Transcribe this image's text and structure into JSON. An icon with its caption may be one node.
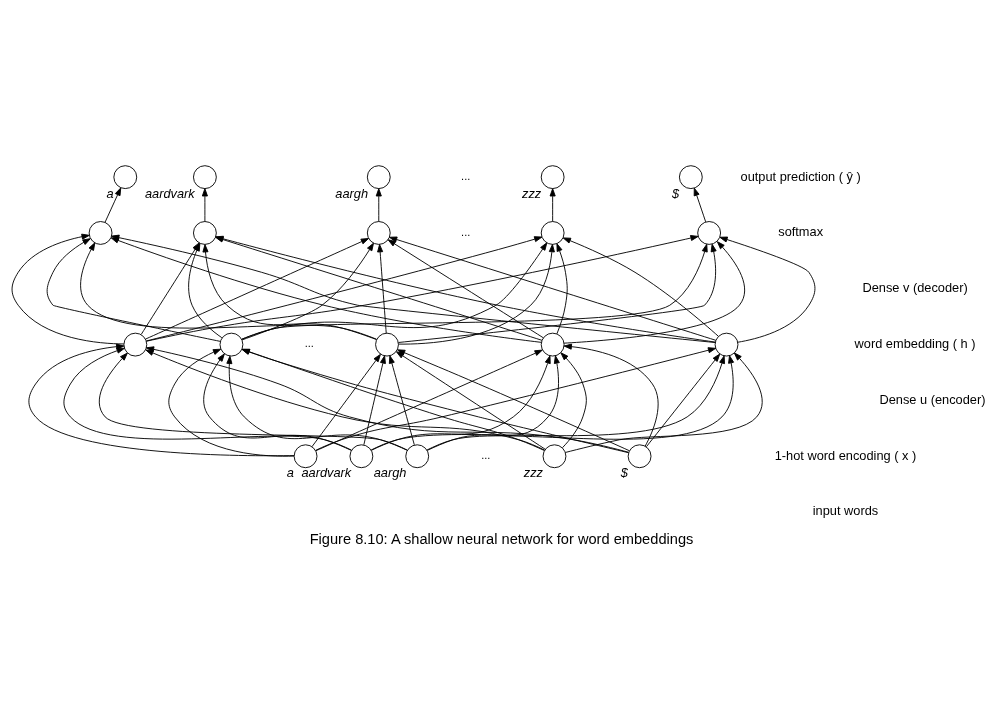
{
  "diagram": {
    "caption": "Figure 8.10: A shallow neural network for word embeddings",
    "nodes": [
      {
        "text": [],
        "shape": "circle",
        "beside": [
          "a"
        ]
      },
      {
        "text": [],
        "shape": "circle",
        "beside": [
          "aardvark"
        ]
      },
      {
        "text": [],
        "shape": "circle",
        "beside": [
          "aargh"
        ]
      },
      {
        "text": [],
        "shape": "circle",
        "beside": [
          "zzz"
        ]
      },
      {
        "text": [],
        "shape": "circle",
        "beside": [
          "$"
        ]
      },
      {
        "text": [],
        "shape": "circle"
      },
      {
        "text": [],
        "shape": "circle"
      },
      {
        "text": [],
        "shape": "circle"
      },
      {
        "text": [],
        "shape": "circle"
      },
      {
        "text": [],
        "shape": "circle"
      },
      {
        "text": [],
        "shape": "circle"
      },
      {
        "text": [],
        "shape": "circle"
      },
      {
        "text": [],
        "shape": "circle"
      },
      {
        "text": [],
        "shape": "circle"
      },
      {
        "text": [],
        "shape": "circle"
      },
      {
        "text": [],
        "shape": "circle",
        "beside": [
          "a"
        ]
      },
      {
        "text": [],
        "shape": "circle",
        "beside": [
          "aardvark"
        ]
      },
      {
        "text": [],
        "shape": "circle",
        "beside": [
          "aargh"
        ]
      },
      {
        "text": [],
        "shape": "circle",
        "beside": [
          "zzz"
        ]
      },
      {
        "text": [],
        "shape": "circle",
        "beside": [
          "$"
        ]
      }
    ],
    "edges": [
      {
        "from": 15,
        "to": 10,
        "arrow": "to"
      },
      {
        "from": 15,
        "to": 11,
        "arrow": "to"
      },
      {
        "from": 15,
        "to": 12,
        "arrow": "to"
      },
      {
        "from": 15,
        "to": 13,
        "arrow": "to"
      },
      {
        "from": 15,
        "to": 14,
        "arrow": "to"
      },
      {
        "from": 16,
        "to": 10,
        "arrow": "to"
      },
      {
        "from": 16,
        "to": 11,
        "arrow": "to"
      },
      {
        "from": 16,
        "to": 12,
        "arrow": "to"
      },
      {
        "from": 16,
        "to": 13,
        "arrow": "to"
      },
      {
        "from": 16,
        "to": 14,
        "arrow": "to"
      },
      {
        "from": 17,
        "to": 10,
        "arrow": "to"
      },
      {
        "from": 17,
        "to": 11,
        "arrow": "to"
      },
      {
        "from": 17,
        "to": 12,
        "arrow": "to"
      },
      {
        "from": 17,
        "to": 13,
        "arrow": "to"
      },
      {
        "from": 17,
        "to": 14,
        "arrow": "to"
      },
      {
        "from": 18,
        "to": 10,
        "arrow": "to"
      },
      {
        "from": 18,
        "to": 11,
        "arrow": "to"
      },
      {
        "from": 18,
        "to": 12,
        "arrow": "to"
      },
      {
        "from": 18,
        "to": 13,
        "arrow": "to"
      },
      {
        "from": 18,
        "to": 14,
        "arrow": "to"
      },
      {
        "from": 19,
        "to": 10,
        "arrow": "to"
      },
      {
        "from": 19,
        "to": 11,
        "arrow": "to"
      },
      {
        "from": 19,
        "to": 12,
        "arrow": "to"
      },
      {
        "from": 19,
        "to": 13,
        "arrow": "to"
      },
      {
        "from": 19,
        "to": 14,
        "arrow": "to"
      },
      {
        "from": 10,
        "to": 5,
        "arrow": "to"
      },
      {
        "from": 10,
        "to": 6,
        "arrow": "to"
      },
      {
        "from": 10,
        "to": 7,
        "arrow": "to"
      },
      {
        "from": 10,
        "to": 8,
        "arrow": "to"
      },
      {
        "from": 10,
        "to": 9,
        "arrow": "to"
      },
      {
        "from": 11,
        "to": 5,
        "arrow": "to"
      },
      {
        "from": 11,
        "to": 6,
        "arrow": "to"
      },
      {
        "from": 11,
        "to": 7,
        "arrow": "to"
      },
      {
        "from": 11,
        "to": 8,
        "arrow": "to"
      },
      {
        "from": 11,
        "to": 9,
        "arrow": "to"
      },
      {
        "from": 12,
        "to": 5,
        "arrow": "to"
      },
      {
        "from": 12,
        "to": 6,
        "arrow": "to"
      },
      {
        "from": 12,
        "to": 7,
        "arrow": "to"
      },
      {
        "from": 12,
        "to": 8,
        "arrow": "to"
      },
      {
        "from": 12,
        "to": 9,
        "arrow": "to"
      },
      {
        "from": 13,
        "to": 5,
        "arrow": "to"
      },
      {
        "from": 13,
        "to": 6,
        "arrow": "to"
      },
      {
        "from": 13,
        "to": 7,
        "arrow": "to"
      },
      {
        "from": 13,
        "to": 8,
        "arrow": "to"
      },
      {
        "from": 13,
        "to": 9,
        "arrow": "to"
      },
      {
        "from": 14,
        "to": 5,
        "arrow": "to"
      },
      {
        "from": 14,
        "to": 6,
        "arrow": "to"
      },
      {
        "from": 14,
        "to": 7,
        "arrow": "to"
      },
      {
        "from": 14,
        "to": 8,
        "arrow": "to"
      },
      {
        "from": 14,
        "to": 9,
        "arrow": "to"
      },
      {
        "from": 5,
        "to": 0,
        "arrow": "to"
      },
      {
        "from": 6,
        "to": 1,
        "arrow": "to"
      },
      {
        "from": 7,
        "to": 2,
        "arrow": "to"
      },
      {
        "from": 8,
        "to": 3,
        "arrow": "to"
      },
      {
        "from": 9,
        "to": 4,
        "arrow": "to"
      }
    ],
    "labels": [
      "...",
      "output prediction ( ŷ )",
      "softmax",
      "...",
      "Dense v (decoder)",
      "...",
      "word embedding ( h )",
      "Dense u (encoder)",
      "...",
      "1-hot word encoding ( x )",
      "input words"
    ]
  }
}
